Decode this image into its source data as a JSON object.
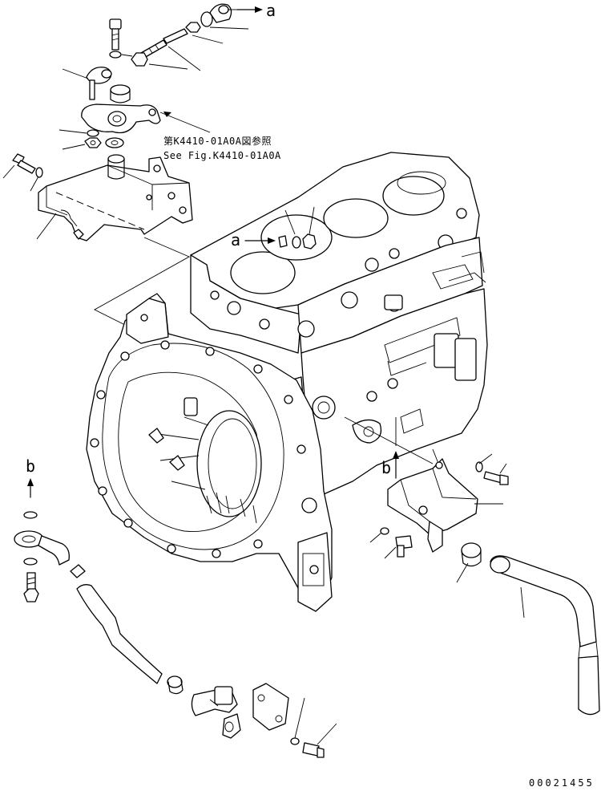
{
  "labels": {
    "a_top": "a",
    "a_mid": "a",
    "b_left": "b",
    "b_right": "b"
  },
  "reference": {
    "line_jp": "第K4410-01A0A図参照",
    "line_en": "See Fig.K4410-01A0A"
  },
  "drawing_number": "00021455"
}
